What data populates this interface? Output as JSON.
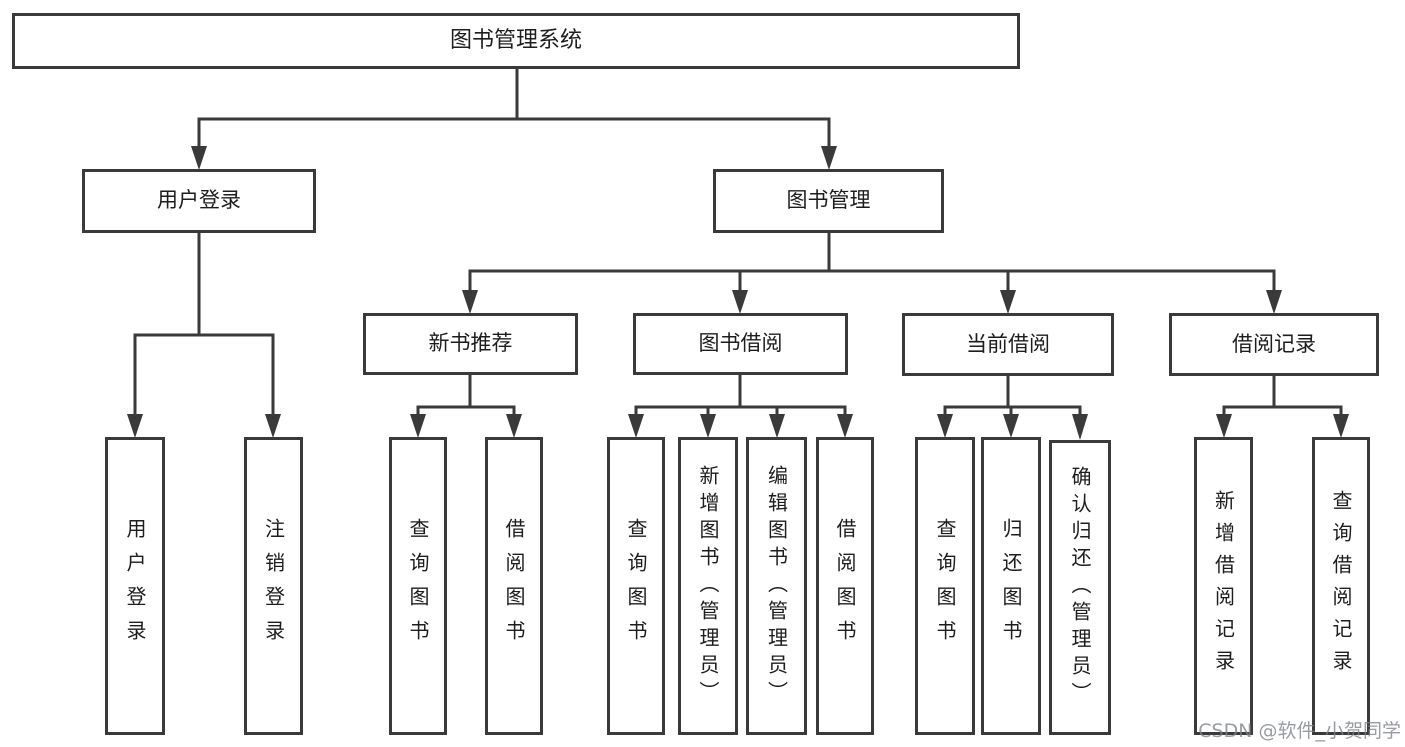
{
  "diagram": {
    "title": "图书管理系统",
    "type": "hierarchy-tree"
  },
  "colors": {
    "line": "#3a3a3a",
    "box_border": "#3a3a3a",
    "text": "#1d1d1f",
    "background": "#ffffff",
    "watermark": "#80838c"
  },
  "tree": {
    "root": {
      "label": "图书管理系统",
      "children": [
        {
          "label": "用户登录",
          "children": [
            {
              "label": "用户登录"
            },
            {
              "label": "注销登录"
            }
          ]
        },
        {
          "label": "图书管理",
          "children": [
            {
              "label": "新书推荐",
              "children": [
                {
                  "label": "查询图书"
                },
                {
                  "label": "借阅图书"
                }
              ]
            },
            {
              "label": "图书借阅",
              "children": [
                {
                  "label": "查询图书"
                },
                {
                  "label": "新增图书（管理员）"
                },
                {
                  "label": "编辑图书（管理员）"
                },
                {
                  "label": "借阅图书"
                }
              ]
            },
            {
              "label": "当前借阅",
              "children": [
                {
                  "label": "查询图书"
                },
                {
                  "label": "归还图书"
                },
                {
                  "label": "确认归还（管理员）"
                }
              ]
            },
            {
              "label": "借阅记录",
              "children": [
                {
                  "label": "新增借阅记录"
                },
                {
                  "label": "查询借阅记录"
                }
              ]
            }
          ]
        }
      ]
    }
  },
  "watermark": {
    "text": "CSDN @软件_小贺同学"
  }
}
